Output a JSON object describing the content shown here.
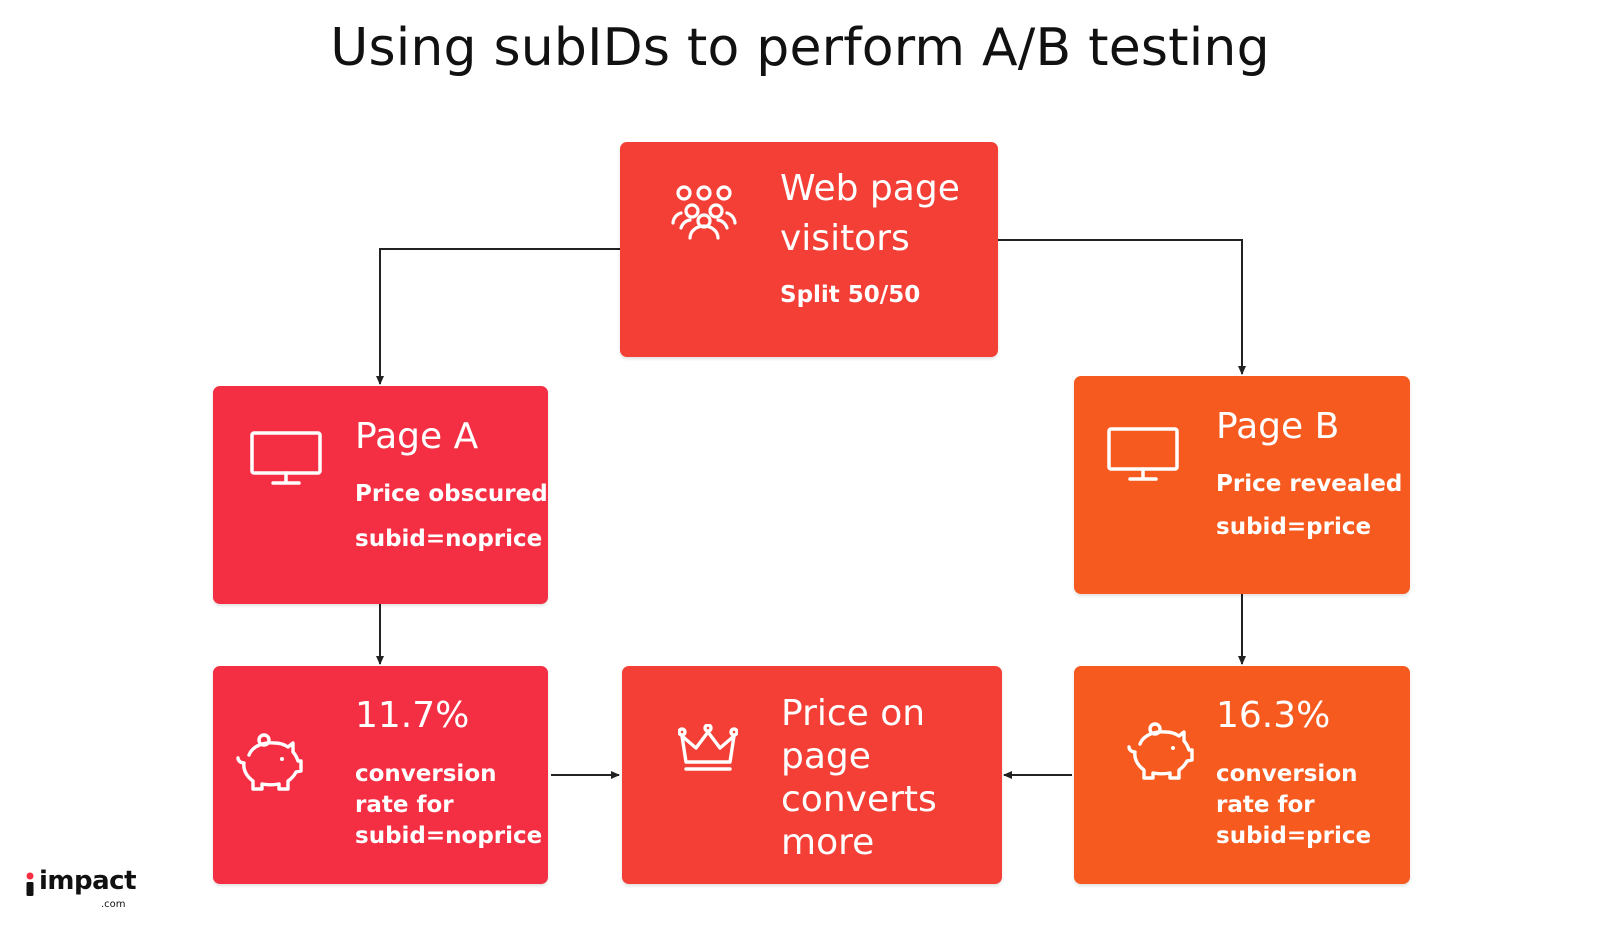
{
  "title": "Using subIDs to perform A/B testing",
  "colors": {
    "red": "#F43F36",
    "crimson": "#F52F43",
    "orange": "#F65A1F",
    "connector": "#222222"
  },
  "nodes": {
    "visitors": {
      "icon": "people-group-icon",
      "heading_line1": "Web page",
      "heading_line2": "visitors",
      "sub": "Split 50/50"
    },
    "page_a": {
      "icon": "monitor-icon",
      "heading": "Page A",
      "sub1": "Price obscured",
      "sub2": "subid=noprice"
    },
    "page_b": {
      "icon": "monitor-icon",
      "heading": "Page B",
      "sub1": "Price revealed",
      "sub2": "subid=price"
    },
    "result_a": {
      "icon": "piggy-bank-icon",
      "value": "11.7%",
      "line1": "conversion",
      "line2": "rate for",
      "line3": "subid=noprice"
    },
    "result_b": {
      "icon": "piggy-bank-icon",
      "value": "16.3%",
      "line1": "conversion",
      "line2": "rate for",
      "line3": "subid=price"
    },
    "conclusion": {
      "icon": "crown-icon",
      "line1": "Price on",
      "line2": "page",
      "line3": "converts",
      "line4": "more"
    }
  },
  "logo": {
    "word": "impact",
    "suffix": ".com"
  }
}
